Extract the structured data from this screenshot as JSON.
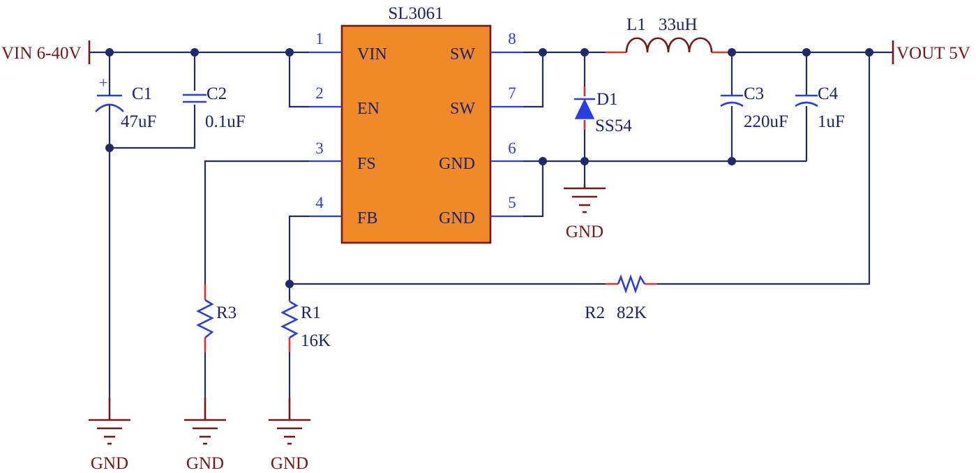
{
  "ic": {
    "name": "SL3061",
    "body_color": "#f08a28",
    "pins": [
      {
        "num": "1",
        "label": "VIN"
      },
      {
        "num": "2",
        "label": "EN"
      },
      {
        "num": "3",
        "label": "FS"
      },
      {
        "num": "4",
        "label": "FB"
      },
      {
        "num": "5",
        "label": "GND"
      },
      {
        "num": "6",
        "label": "GND"
      },
      {
        "num": "7",
        "label": "SW"
      },
      {
        "num": "8",
        "label": "SW"
      }
    ]
  },
  "ports": {
    "vin": "VIN 6-40V",
    "vout": "VOUT 5V"
  },
  "components": {
    "c1": {
      "ref": "C1",
      "value": "47uF",
      "polarity": "+"
    },
    "c2": {
      "ref": "C2",
      "value": "0.1uF"
    },
    "c3": {
      "ref": "C3",
      "value": "220uF"
    },
    "c4": {
      "ref": "C4",
      "value": "1uF"
    },
    "l1": {
      "ref": "L1",
      "value": "33uH"
    },
    "d1": {
      "ref": "D1",
      "value": "SS54"
    },
    "r1": {
      "ref": "R1",
      "value": "16K"
    },
    "r2": {
      "ref": "R2",
      "value": "82K"
    },
    "r3": {
      "ref": "R3"
    }
  },
  "grounds": {
    "label": "GND"
  },
  "colors": {
    "wire": "#1f2a6b",
    "component": "#2a3ee0",
    "ground": "#7a1515",
    "pin_stub": "#e0302a"
  }
}
